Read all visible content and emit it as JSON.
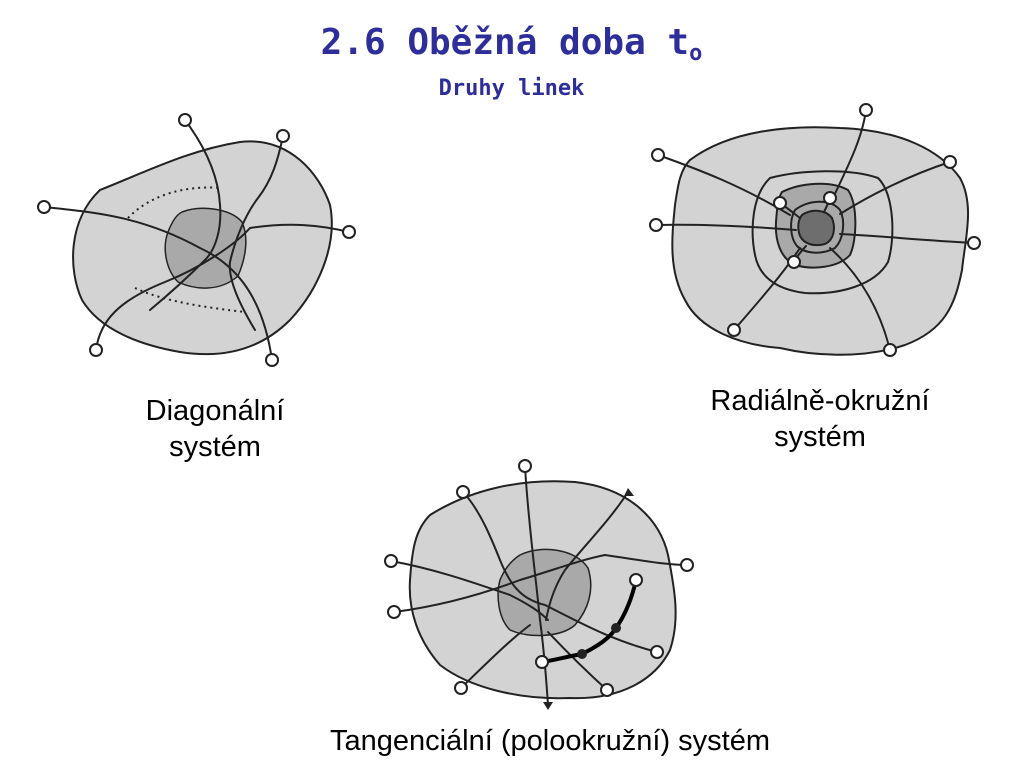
{
  "title": "2.6 Oběžná doba t",
  "title_subscript": "o",
  "subtitle": "Druhy linek",
  "captions": {
    "diagonal_line1": "Diagonální",
    "diagonal_line2": "systém",
    "radial_line1": "Radiálně-okružní",
    "radial_line2": "systém",
    "tangential": "Tangenciální (polookružní) systém"
  },
  "colors": {
    "title": "#2e2e9a",
    "city_outer": "#d3d3d3",
    "city_inner": "#a9a9a9",
    "city_core": "#6e6e6e",
    "outline": "#222222"
  }
}
